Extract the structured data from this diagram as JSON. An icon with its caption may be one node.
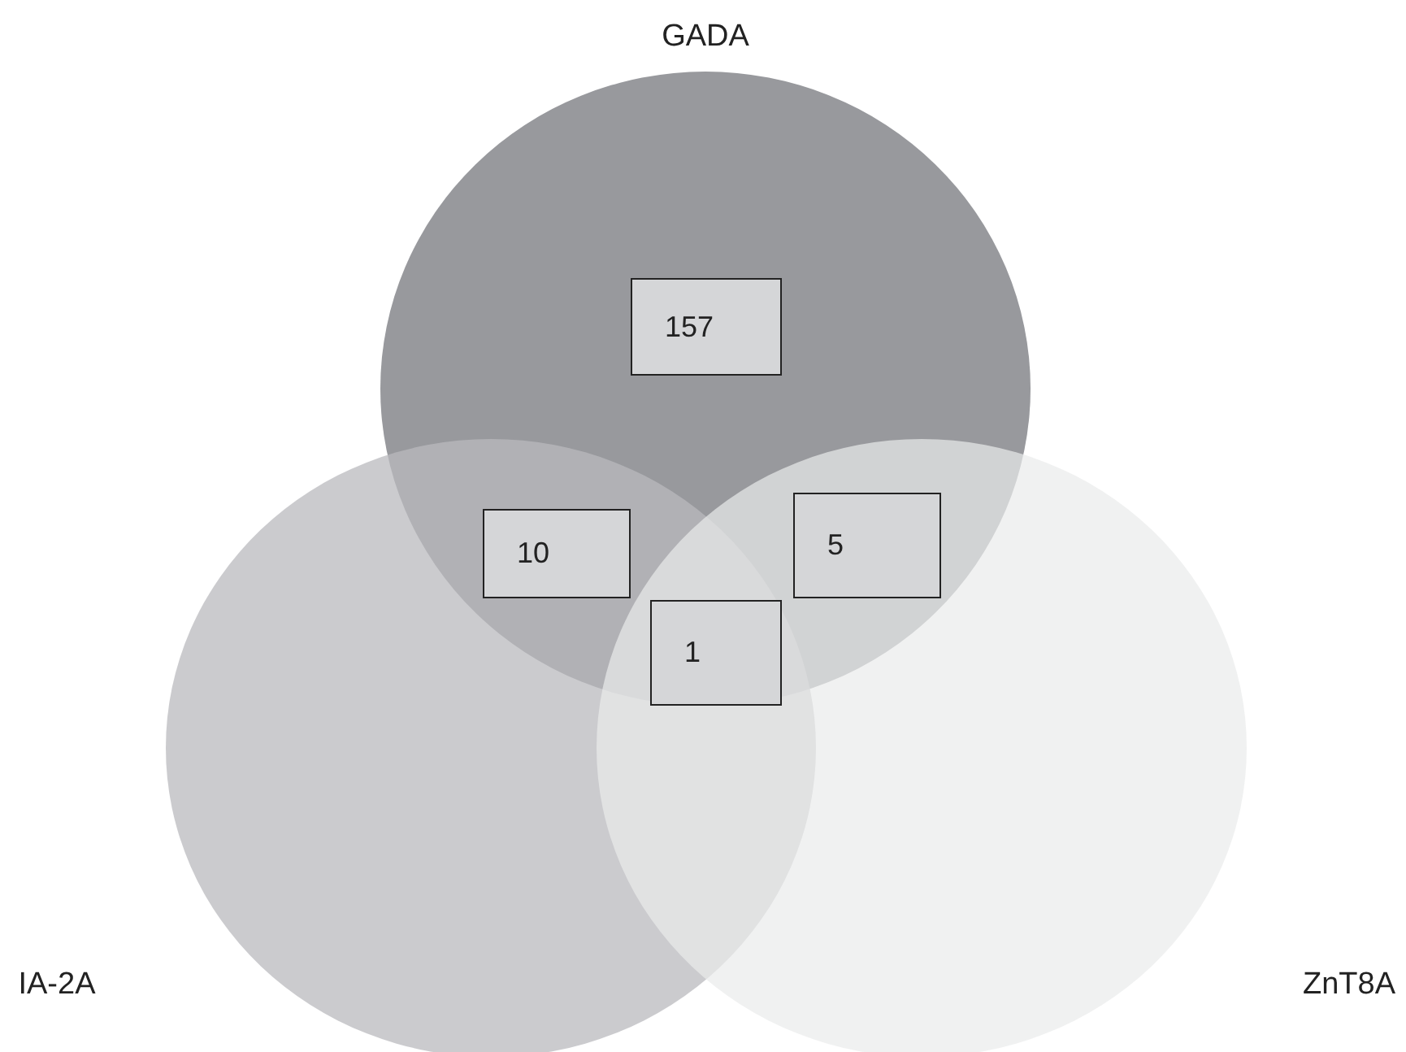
{
  "diagram": {
    "nodes": [
      {
        "text": [
          "GADA"
        ]
      },
      {
        "text": [
          "IA-2A"
        ]
      },
      {
        "text": [
          "ZnT8A"
        ]
      },
      {
        "text": [
          "157"
        ],
        "in": 0
      },
      {
        "text": [
          "10"
        ]
      },
      {
        "text": [
          "5"
        ]
      },
      {
        "text": [
          "1"
        ]
      }
    ]
  }
}
